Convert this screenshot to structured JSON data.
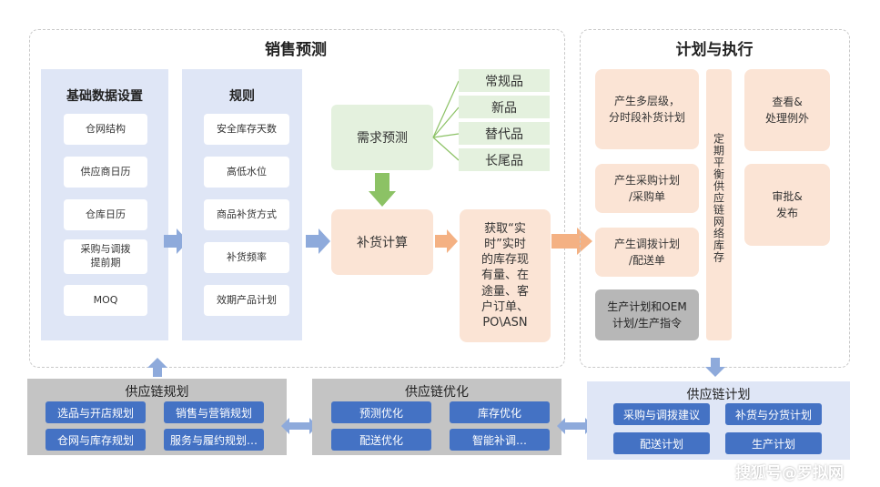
{
  "sales_forecast": {
    "title": "销售预测",
    "base_data": {
      "title": "基础数据设置",
      "items": [
        "仓网结构",
        "供应商日历",
        "仓库日历",
        "采购与调拨\n提前期",
        "MOQ"
      ]
    },
    "rules": {
      "title": "规则",
      "items": [
        "安全库存天数",
        "高低水位",
        "商品补货方式",
        "补货频率",
        "效期产品计划"
      ]
    },
    "demand_forecast": "需求预测",
    "product_types": [
      "常规品",
      "新品",
      "替代品",
      "长尾品"
    ],
    "replenishment_calc": "补货计算",
    "inventory_info": "获取“实\n时”实时\n的库存现\n有量、在\n途量、客\n户订单、\nPO\\ASN"
  },
  "plan_execution": {
    "title": "计划与执行",
    "left_items": [
      "产生多层级，\n分时段补货计划",
      "产生采购计划\n/采购单",
      "产生调拨计划\n/配送单",
      "生产计划和OEM\n计划/生产指令"
    ],
    "periodic_balance": "定期平衡供应链网络库存",
    "right_items": [
      "查看&\n处理例外",
      "审批&\n发布"
    ]
  },
  "bottom": {
    "planning": {
      "title": "供应链规划",
      "buttons": [
        "选品与开店规划",
        "销售与营销规划",
        "仓网与库存规划",
        "服务与履约规划…"
      ]
    },
    "optimization": {
      "title": "供应链优化",
      "buttons": [
        "预测优化",
        "库存优化",
        "配送优化",
        "智能补调…"
      ]
    },
    "supply_plan": {
      "title": "供应链计划",
      "buttons": [
        "采购与调拨建议",
        "补货与分货计划",
        "配送计划",
        "生产计划"
      ]
    }
  },
  "watermark": "搜狐号@罗拟网",
  "colors": {
    "light_blue": "#dfe6f6",
    "arrow_blue": "#8eaadb",
    "button_blue": "#4472c4",
    "green": "#e4f1de",
    "green_arrow": "#8cc265",
    "peach": "#fbe4d5",
    "orange_arrow": "#f4b183",
    "gray": "#c4c4c4"
  }
}
